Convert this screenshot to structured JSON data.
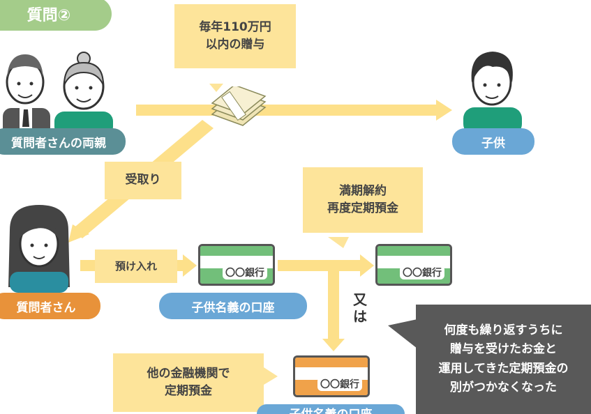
{
  "title_badge": "質問②",
  "gift_note": [
    "毎年110万円",
    "以内の贈与"
  ],
  "parents_label": "質問者さんの両親",
  "child_label": "子供",
  "receive_note": "受取り",
  "deposit_note": "預け入れ",
  "questioner_label": "質問者さん",
  "renew_note": [
    "満期解約",
    "再度定期預金"
  ],
  "or_text": [
    "又",
    "は"
  ],
  "account_label": "子供名義の口座",
  "account_label_cut": "子供名義の口座",
  "bank_card_text": "〇〇銀行",
  "other_bank_note": [
    "他の金融機関で",
    "定期預金"
  ],
  "callout": [
    "何度も繰り返すうちに",
    "贈与を受けたお金と",
    "運用してきた定期預金の",
    "別がつかなくなった"
  ],
  "colors": {
    "green_badge": "#a4cc8a",
    "blue_badge": "#6aa7d6",
    "teal_badge": "#5b8f96",
    "orange_badge": "#e8923a",
    "note_yellow": "#fde49a",
    "arrow_yellow": "#fde08a",
    "callout_bg": "#595959",
    "card_green": "#72bf7a",
    "card_orange": "#f0a24a"
  }
}
